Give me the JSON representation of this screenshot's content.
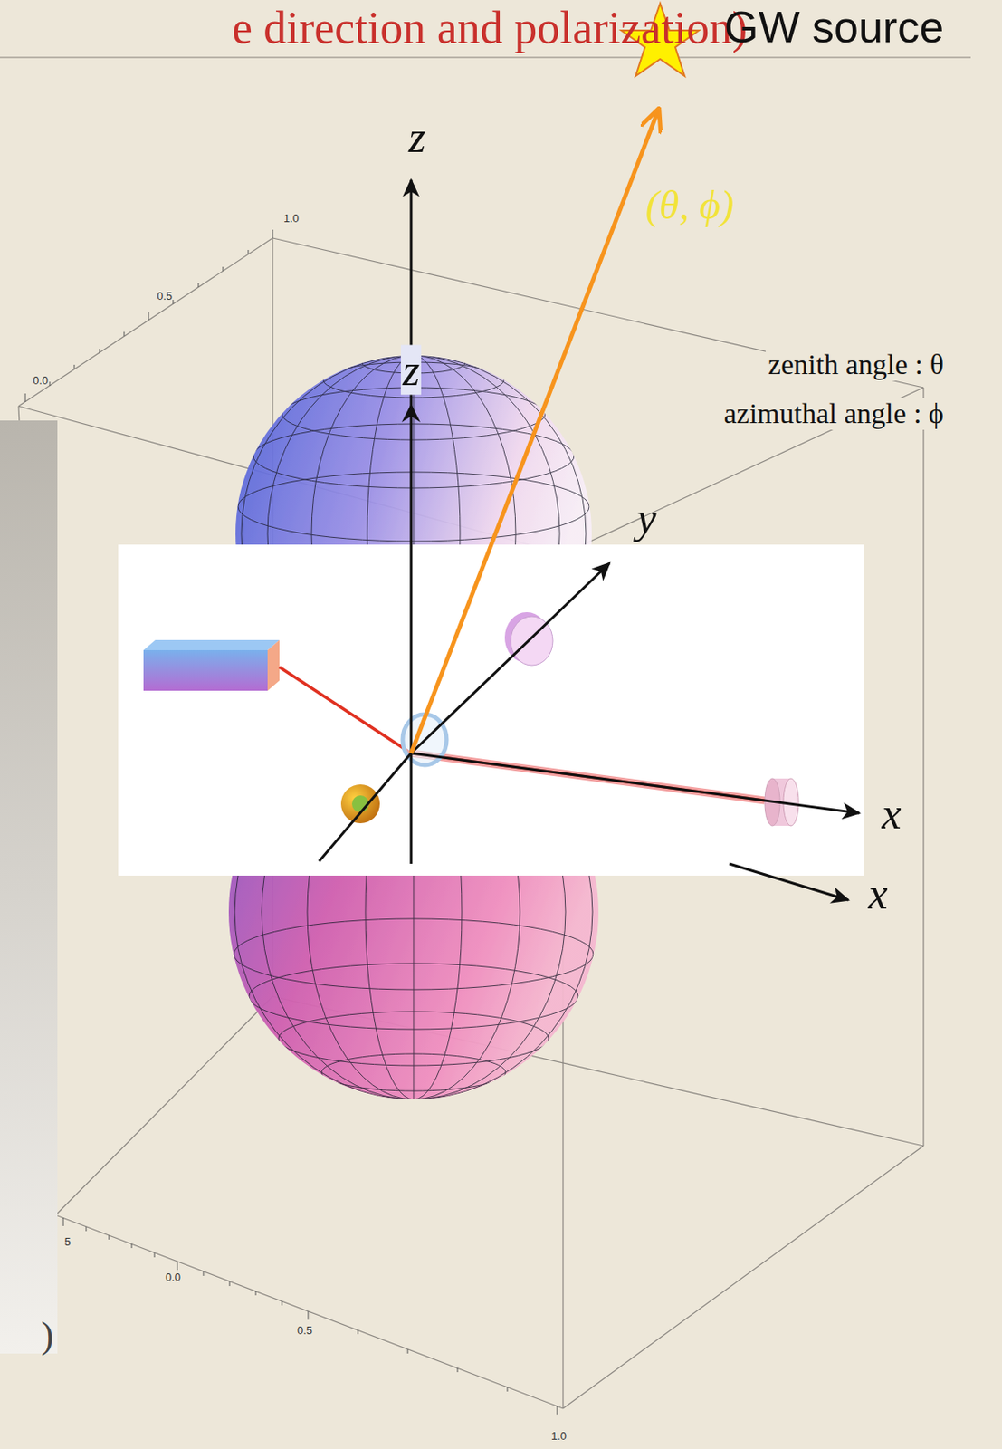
{
  "diagram": {
    "labels": [
      "e direction and polarization)",
      "GW source",
      "z",
      "1.0",
      "(θ, ϕ)",
      "0.5",
      "0.0",
      "z",
      "zenith angle : θ",
      "azimuthal angle : ϕ",
      "y",
      "x",
      "x",
      "5",
      "0.0",
      "0.5",
      "1.0",
      ")"
    ]
  }
}
